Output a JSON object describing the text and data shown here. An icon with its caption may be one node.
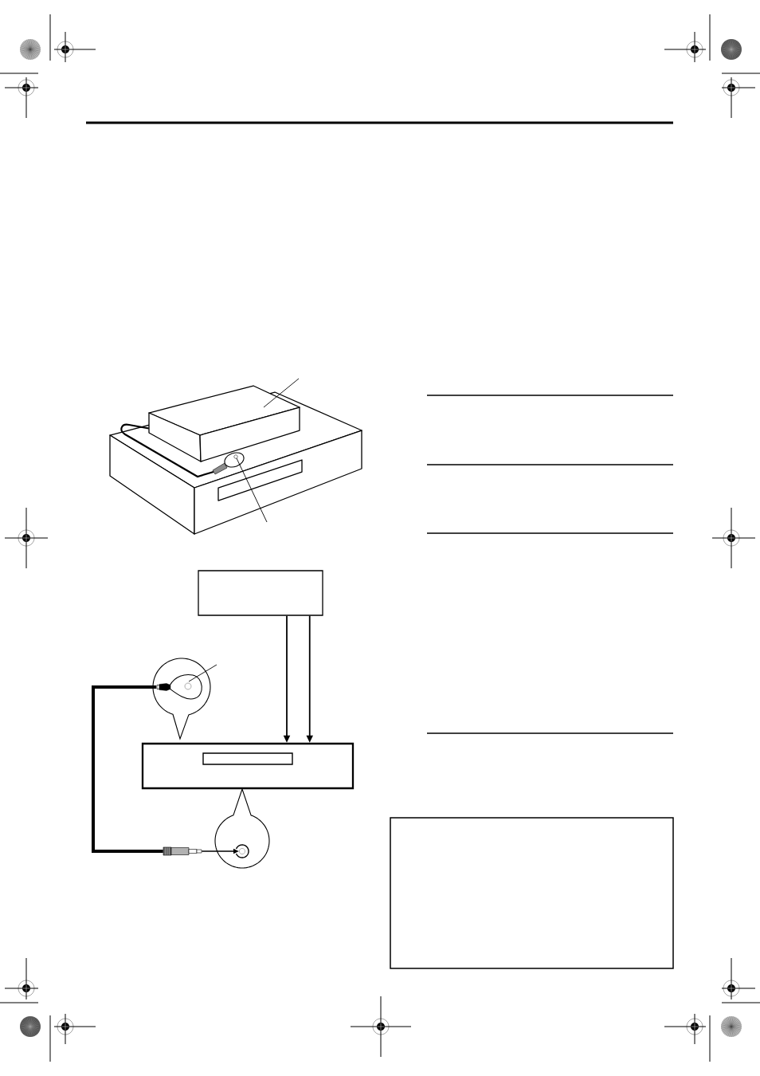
{
  "diagram": {
    "nodes": [
      {
        "text": [],
        "shape": "box"
      },
      {
        "text": [],
        "shape": "box"
      },
      {
        "text": [],
        "shape": "picture",
        "in": 1
      },
      {
        "text": [],
        "shape": "box"
      },
      {
        "text": [],
        "shape": "circle"
      },
      {
        "text": [],
        "shape": "picture",
        "in": 4
      },
      {
        "text": [],
        "shape": "box"
      },
      {
        "text": [],
        "shape": "box",
        "in": 6
      },
      {
        "text": [],
        "shape": "circle"
      },
      {
        "text": [],
        "shape": "circle",
        "in": 8
      },
      {
        "text": [],
        "shape": "picture"
      },
      {
        "text": [],
        "shape": "box"
      }
    ],
    "edges": [
      {
        "from": null,
        "to": 0,
        "arrow": "none"
      },
      {
        "from": null,
        "to": 2,
        "arrow": "none"
      },
      {
        "from": 2,
        "to": 0,
        "arrow": "none"
      },
      {
        "from": 3,
        "to": 6,
        "arrow": "to"
      },
      {
        "from": 3,
        "to": 6,
        "arrow": "to"
      },
      {
        "from": null,
        "to": 5,
        "arrow": "none"
      },
      {
        "from": 5,
        "to": 10,
        "arrow": "none",
        "style": "thick"
      },
      {
        "from": 10,
        "to": 9,
        "arrow": "to"
      }
    ]
  }
}
